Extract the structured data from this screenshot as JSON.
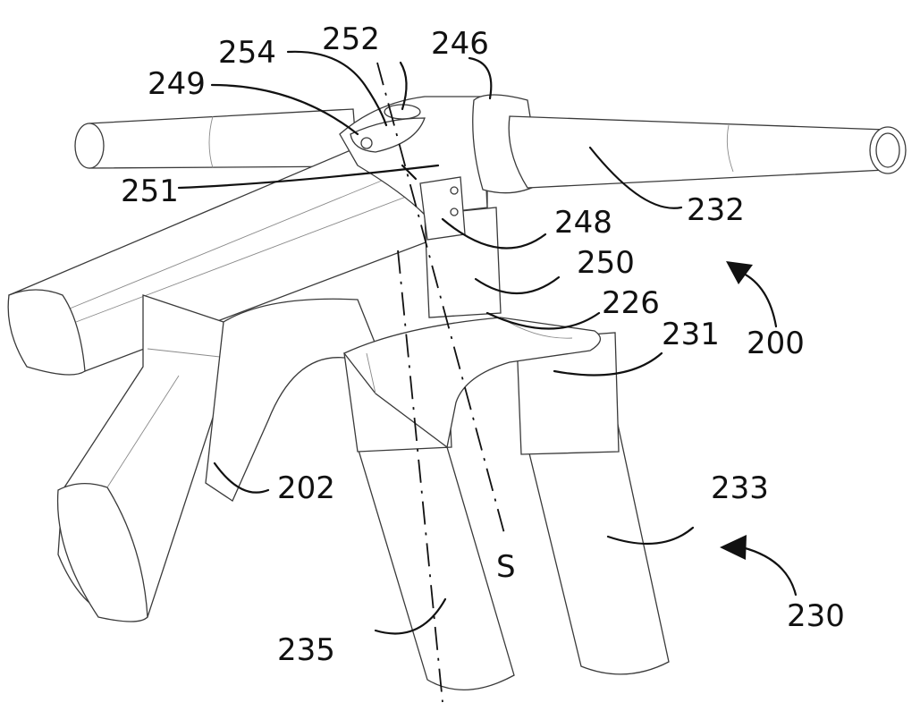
{
  "figure": {
    "labels": {
      "r254": "254",
      "r252": "252",
      "r246": "246",
      "r249": "249",
      "r251": "251",
      "r232": "232",
      "r248": "248",
      "r250": "250",
      "r226": "226",
      "r231": "231",
      "r200": "200",
      "r202": "202",
      "r233": "233",
      "rS": "S",
      "r230": "230",
      "r235": "235"
    }
  }
}
